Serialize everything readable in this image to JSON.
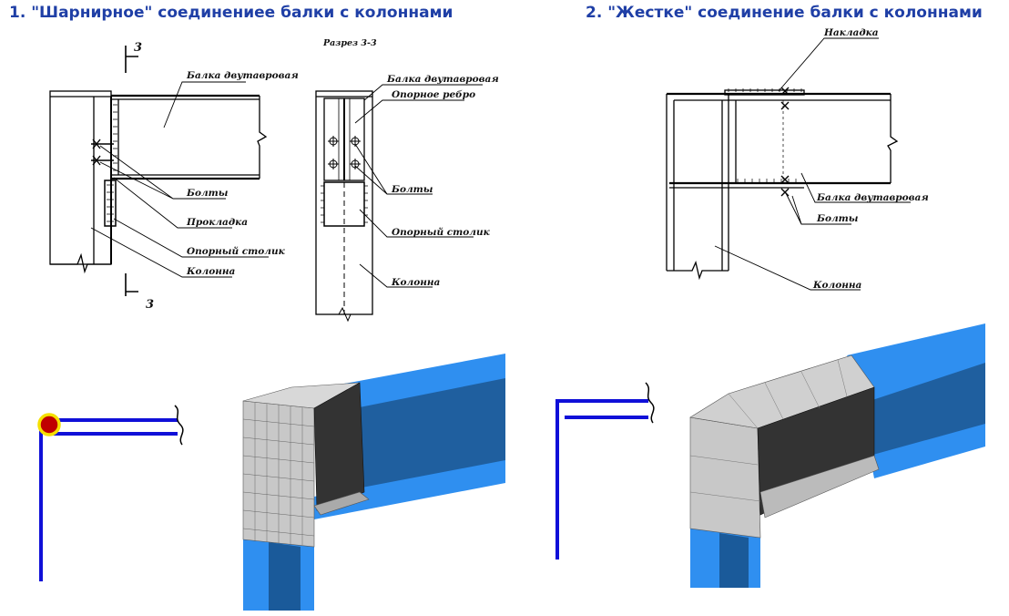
{
  "titles": {
    "hinged": "1. \"Шарнирное\" соединениее балки с колоннами",
    "rigid": "2. \"Жестке\" соединение балки с колоннами"
  },
  "drawing1": {
    "beam": "Балка двутавровая",
    "bolts": "Болты",
    "gasket": "Прокладка",
    "support_table": "Опорный столик",
    "column": "Колонна",
    "section_mark_top": "3",
    "section_mark_bottom": "3"
  },
  "section33": {
    "title": "Разрез 3-3",
    "beam": "Балка двутавровая",
    "rib": "Опорное ребро",
    "bolts": "Болты",
    "support_table": "Опорный столик",
    "column": "Колонна"
  },
  "drawing2": {
    "plate": "Накладка",
    "beam": "Балка двутавровая",
    "bolts": "Болты",
    "column": "Колонна"
  },
  "colors": {
    "title": "#1f3fa6",
    "frame_line": "#1010d8",
    "hinge_fill": "#c00000",
    "hinge_ring": "#f5e000",
    "steel_blue": "#2f8ff0",
    "steel_dark": "#1a5a9a",
    "mesh_gray": "#c8c8c8",
    "mesh_dark": "#333333"
  }
}
